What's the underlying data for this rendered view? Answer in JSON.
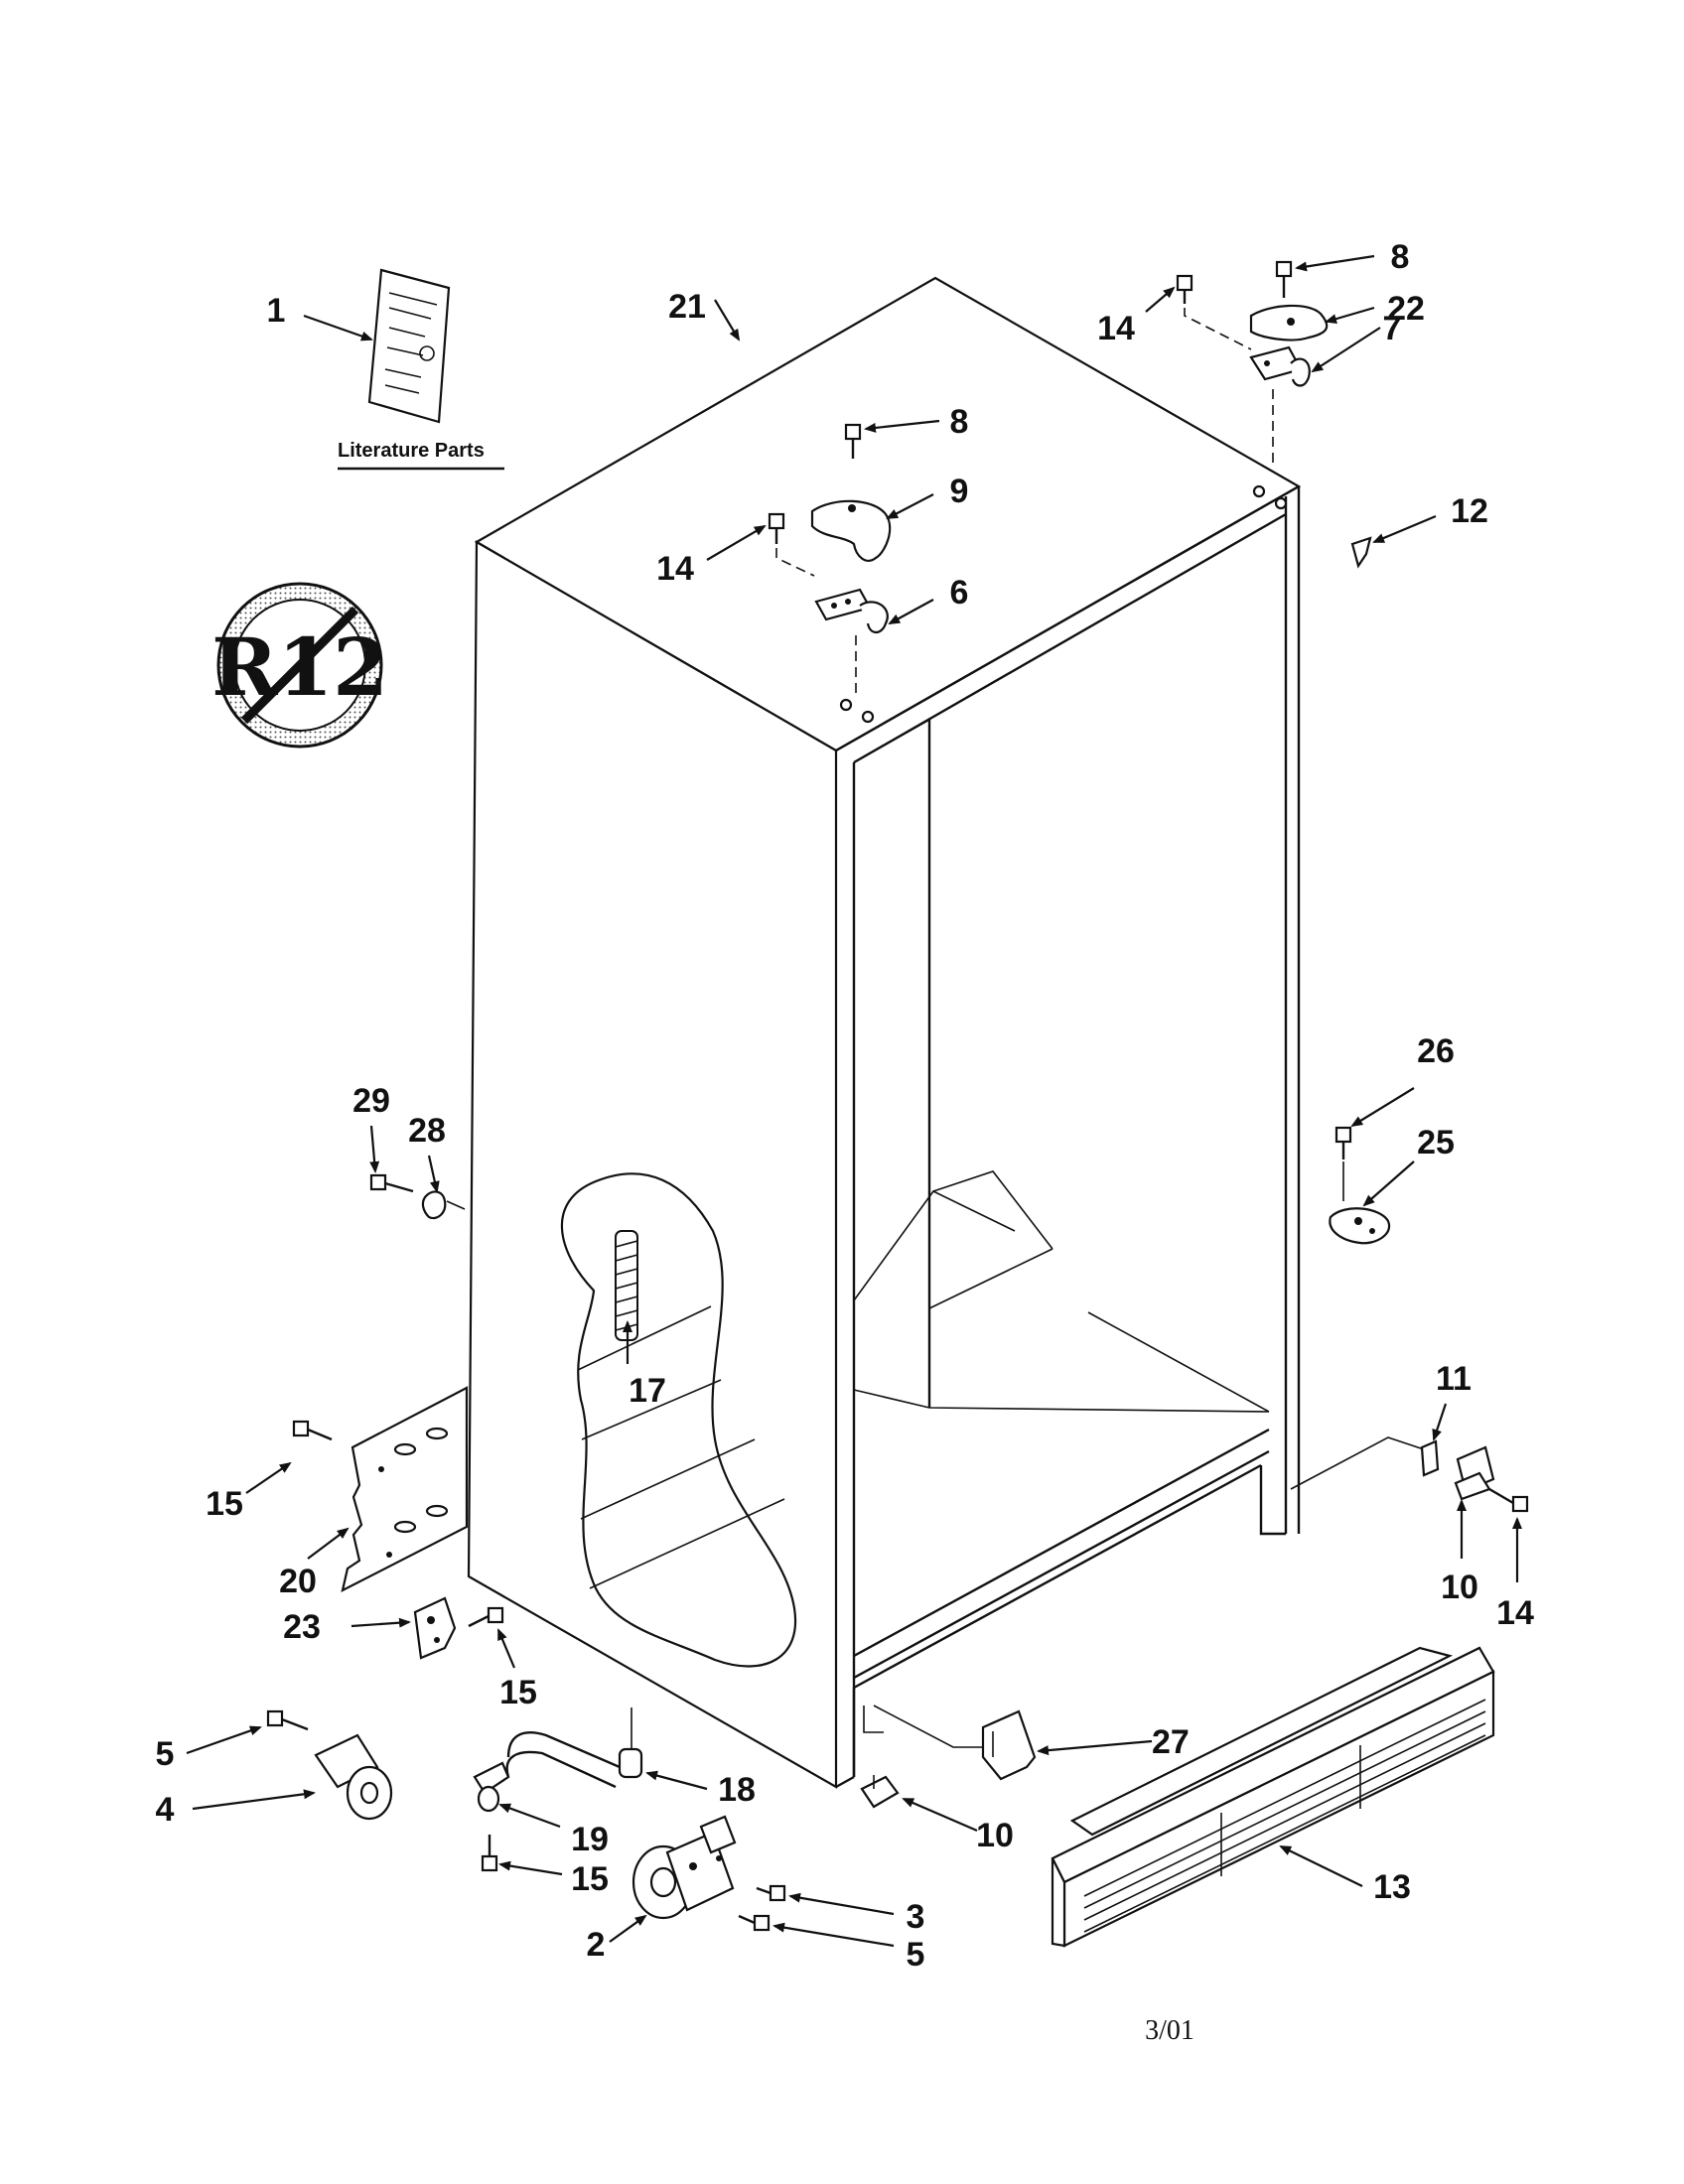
{
  "literature_label": "Literature Parts",
  "badge_text": "R12",
  "footer_date": "3/01",
  "colors": {
    "ink": "#111111",
    "paper": "#ffffff"
  },
  "callouts": {
    "c1": "1",
    "c21": "21",
    "c8a": "8",
    "c9": "9",
    "c14a": "14",
    "c6": "6",
    "c14b": "14",
    "c8b": "8",
    "c22": "22",
    "c7": "7",
    "c12": "12",
    "c26": "26",
    "c25": "25",
    "c29": "29",
    "c28": "28",
    "c17": "17",
    "c11": "11",
    "c10a": "10",
    "c14c": "14",
    "c15a": "15",
    "c20": "20",
    "c23": "23",
    "c15b": "15",
    "c27": "27",
    "c5a": "5",
    "c4": "4",
    "c18": "18",
    "c19": "19",
    "c15c": "15",
    "c10b": "10",
    "c3": "3",
    "c5b": "5",
    "c2": "2",
    "c13": "13"
  }
}
